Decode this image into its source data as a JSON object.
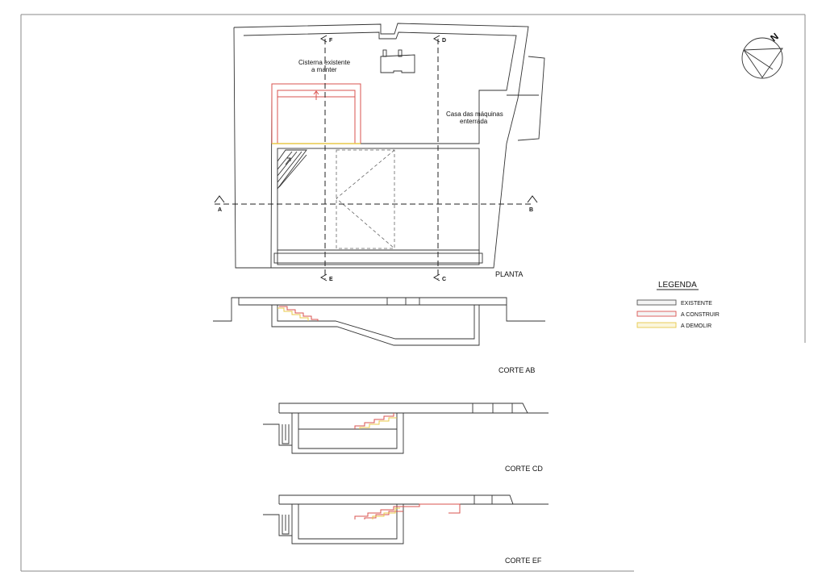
{
  "drawing": {
    "labels": {
      "cisterna_line1": "Cisterna existente",
      "cisterna_line2": "a manter",
      "casa_line1": "Casa das máquinas",
      "casa_line2": "enterrada",
      "planta": "PLANTA",
      "corte_ab": "CORTE AB",
      "corte_cd": "CORTE CD",
      "corte_ef": "CORTE EF",
      "north_mark": "N"
    },
    "section_markers": {
      "a": "A",
      "b": "B",
      "c": "C",
      "d": "D",
      "e": "E",
      "f": "F"
    },
    "legend": {
      "title": "LEGENDA",
      "items": [
        {
          "label": "EXISTENTE",
          "color": "#555555"
        },
        {
          "label": "A CONSTRUIR",
          "color": "#d9534f"
        },
        {
          "label": "A DEMOLIR",
          "color": "#e8c84a"
        }
      ]
    }
  }
}
